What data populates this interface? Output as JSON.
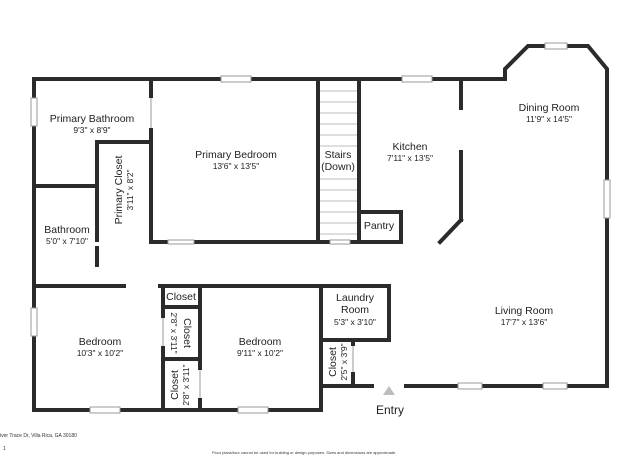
{
  "rooms": {
    "primary_bathroom": {
      "name": "Primary Bathroom",
      "dims": "9'3\" x 8'9\""
    },
    "primary_closet": {
      "name": "Primary Closet",
      "dims": "3'11\" x 8'2\""
    },
    "primary_bedroom": {
      "name": "Primary Bedroom",
      "dims": "13'6\" x 13'5\""
    },
    "stairs": {
      "name_line1": "Stairs",
      "name_line2": "(Down)"
    },
    "kitchen": {
      "name": "Kitchen",
      "dims": "7'11\" x 13'5\""
    },
    "pantry": {
      "name": "Pantry"
    },
    "dining_room": {
      "name": "Dining Room",
      "dims": "11'9\" x 14'5\""
    },
    "bathroom": {
      "name": "Bathroom",
      "dims": "5'0\" x 7'10\""
    },
    "closet_hall": {
      "name": "Closet"
    },
    "closet_mid": {
      "name": "Closet",
      "dims": "2'8\" x 3'11\""
    },
    "closet_low": {
      "name": "Closet",
      "dims": "2'8\" x 3'11\""
    },
    "bedroom_left": {
      "name": "Bedroom",
      "dims": "10'3\" x 10'2\""
    },
    "bedroom_right": {
      "name": "Bedroom",
      "dims": "9'11\" x 10'2\""
    },
    "laundry": {
      "name_line1": "Laundry",
      "name_line2": "Room",
      "dims": "5'3\" x 3'10\""
    },
    "closet_laundry": {
      "name": "Closet",
      "dims": "2'5\" x 3'9\""
    },
    "living_room": {
      "name": "Living Room",
      "dims": "17'7\" x 13'6\""
    }
  },
  "entry_label": "Entry",
  "footer": {
    "address": "iver Trace Dr, Villa Rica, GA 30180",
    "page": "1",
    "disclaimer": "Floor plans/tour cannot be used for building or design purposes. Sizes and dimensions are approximate."
  }
}
